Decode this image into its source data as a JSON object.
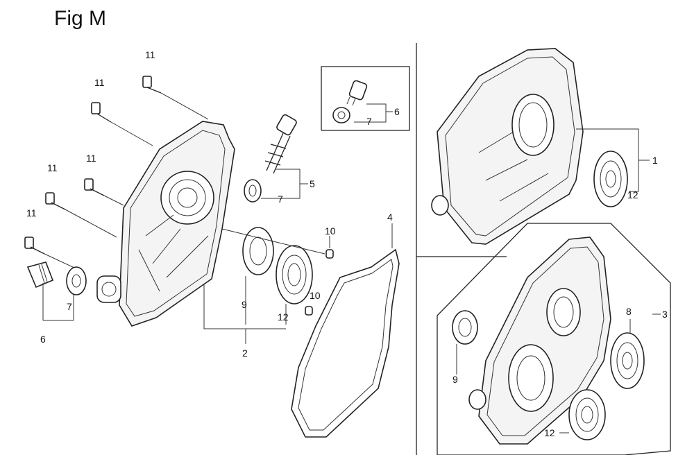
{
  "title": "Fig M",
  "callouts": {
    "c1": "1",
    "c2": "2",
    "c3": "3",
    "c4": "4",
    "c5": "5",
    "c6a": "6",
    "c6b": "6",
    "c7a": "7",
    "c7b": "7",
    "c7c": "7",
    "c8": "8",
    "c9a": "9",
    "c9b": "9",
    "c10a": "10",
    "c10b": "10",
    "c11a": "11",
    "c11b": "11",
    "c11c": "11",
    "c11d": "11",
    "c11e": "11",
    "c12a": "12",
    "c12b": "12",
    "c12c": "12"
  }
}
